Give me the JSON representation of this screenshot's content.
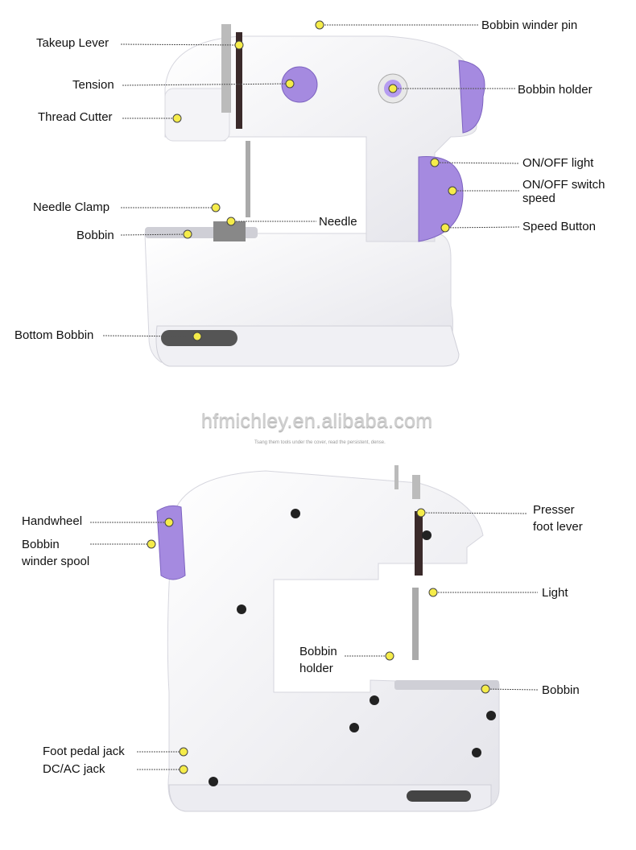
{
  "top_diagram": {
    "labels": {
      "bobbin_winder_pin": "Bobbin winder pin",
      "takeup_lever": "Takeup Lever",
      "tension": "Tension",
      "thread_cutter": "Thread Cutter",
      "bobbin_holder": "Bobbin holder",
      "onoff_light": "ON/OFF light",
      "onoff_switch_1": "ON/OFF switch",
      "onoff_switch_2": "speed",
      "speed_button": "Speed Button",
      "needle_clamp": "Needle Clamp",
      "needle": "Needle",
      "bobbin": "Bobbin",
      "bottom_bobbin": "Bottom Bobbin"
    }
  },
  "watermark": {
    "text": "hfmichley.en.alibaba.com",
    "subtext": "Tsang them tools under the cover, read the persistent, dense."
  },
  "bottom_diagram": {
    "labels": {
      "handwheel": "Handwheel",
      "bobbin_winder_spool_1": "Bobbin",
      "bobbin_winder_spool_2": "winder spool",
      "presser_foot_lever_1": "Presser",
      "presser_foot_lever_2": "foot lever",
      "light": "Light",
      "bobbin_holder_1": "Bobbin",
      "bobbin_holder_2": "holder",
      "bobbin": "Bobbin",
      "foot_pedal_jack": "Foot pedal jack",
      "dcac_jack": "DC/AC jack"
    }
  },
  "colors": {
    "machine_body": "#f7f7f9",
    "accent_purple": "#9b7fd6",
    "callout_dot": "#f5ec4a"
  }
}
